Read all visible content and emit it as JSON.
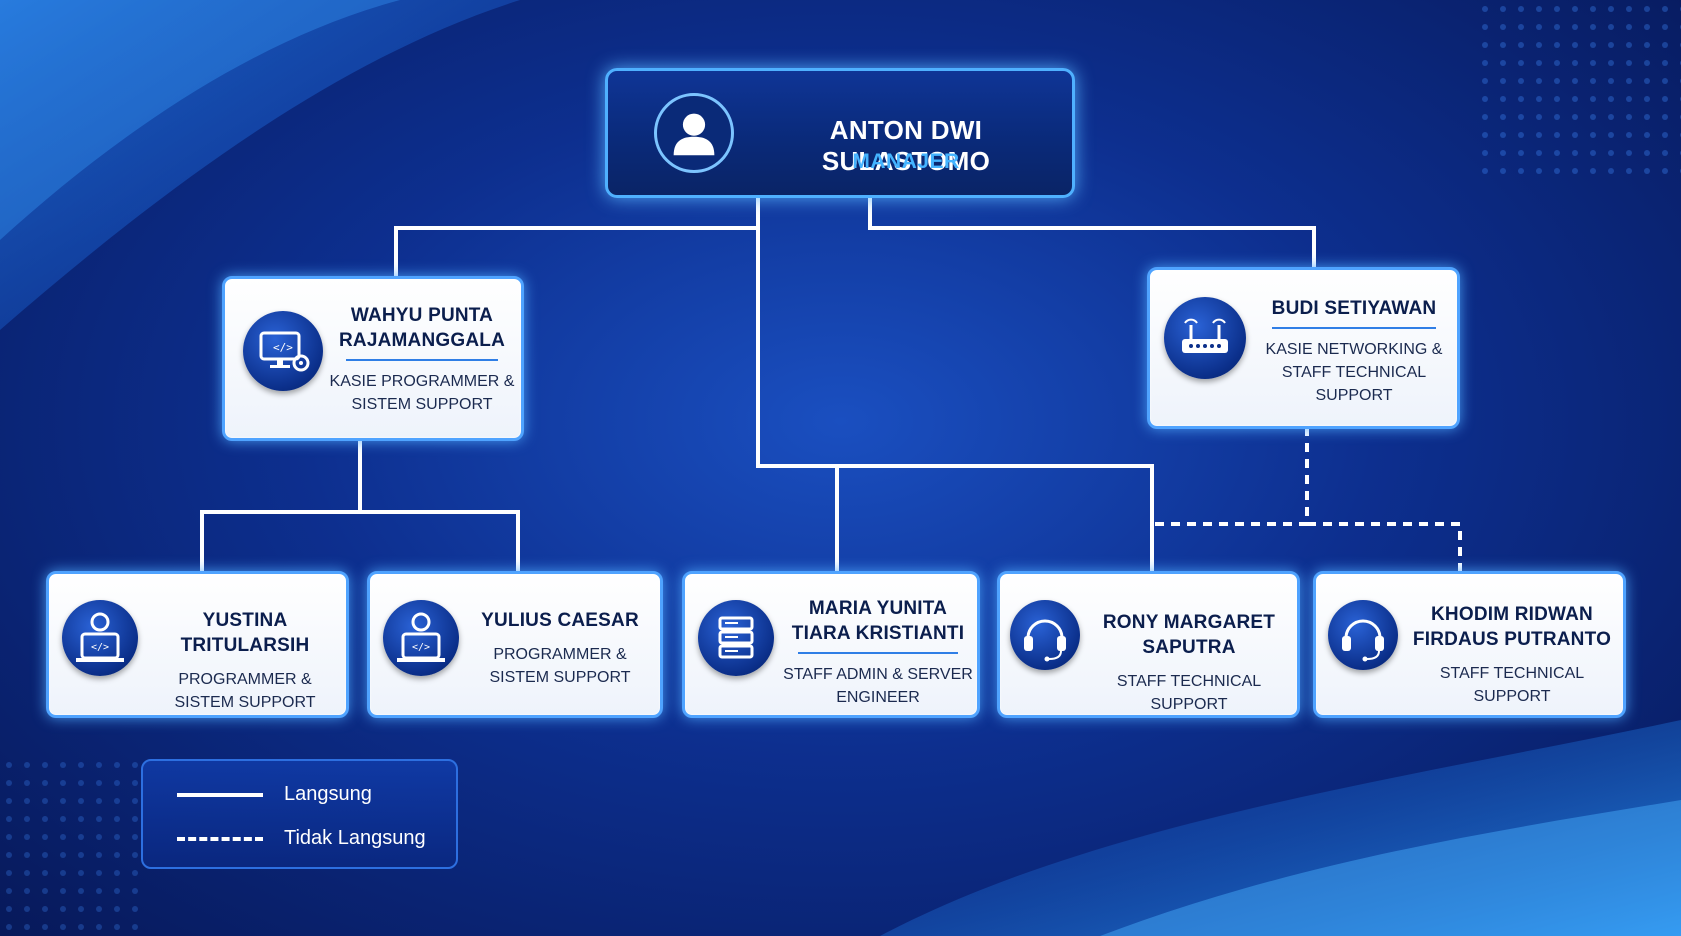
{
  "manager": {
    "name": "ANTON DWI SULASTOMO",
    "role": "MANAJER",
    "icon": "user-icon"
  },
  "supervisors": [
    {
      "name": "WAHYU PUNTA RAJAMANGGALA",
      "role": "KASIE PROGRAMMER & SISTEM SUPPORT",
      "icon": "code-monitor-gear-icon"
    },
    {
      "name": "BUDI SETIYAWAN",
      "role": "KASIE NETWORKING & STAFF TECHNICAL SUPPORT",
      "icon": "router-icon"
    }
  ],
  "staff": [
    {
      "name": "YUSTINA TRITULARSIH",
      "role": "PROGRAMMER & SISTEM SUPPORT",
      "icon": "developer-laptop-icon"
    },
    {
      "name": "YULIUS CAESAR",
      "role": "PROGRAMMER & SISTEM SUPPORT",
      "icon": "developer-laptop-icon"
    },
    {
      "name": "MARIA YUNITA TIARA KRISTIANTI",
      "role": "STAFF ADMIN & SERVER ENGINEER",
      "icon": "server-icon"
    },
    {
      "name": "RONY MARGARET SAPUTRA",
      "role": "STAFF TECHNICAL SUPPORT",
      "icon": "headset-icon"
    },
    {
      "name": "KHODIM RIDWAN FIRDAUS PUTRANTO",
      "role": "STAFF TECHNICAL SUPPORT",
      "icon": "headset-icon"
    }
  ],
  "legend": {
    "direct": "Langsung",
    "indirect": "Tidak Langsung"
  },
  "colors": {
    "background": "#0d2f8f",
    "accent": "#4fa3ff",
    "manager_role": "#44b3ff",
    "text_dark": "#0b1e4d"
  }
}
